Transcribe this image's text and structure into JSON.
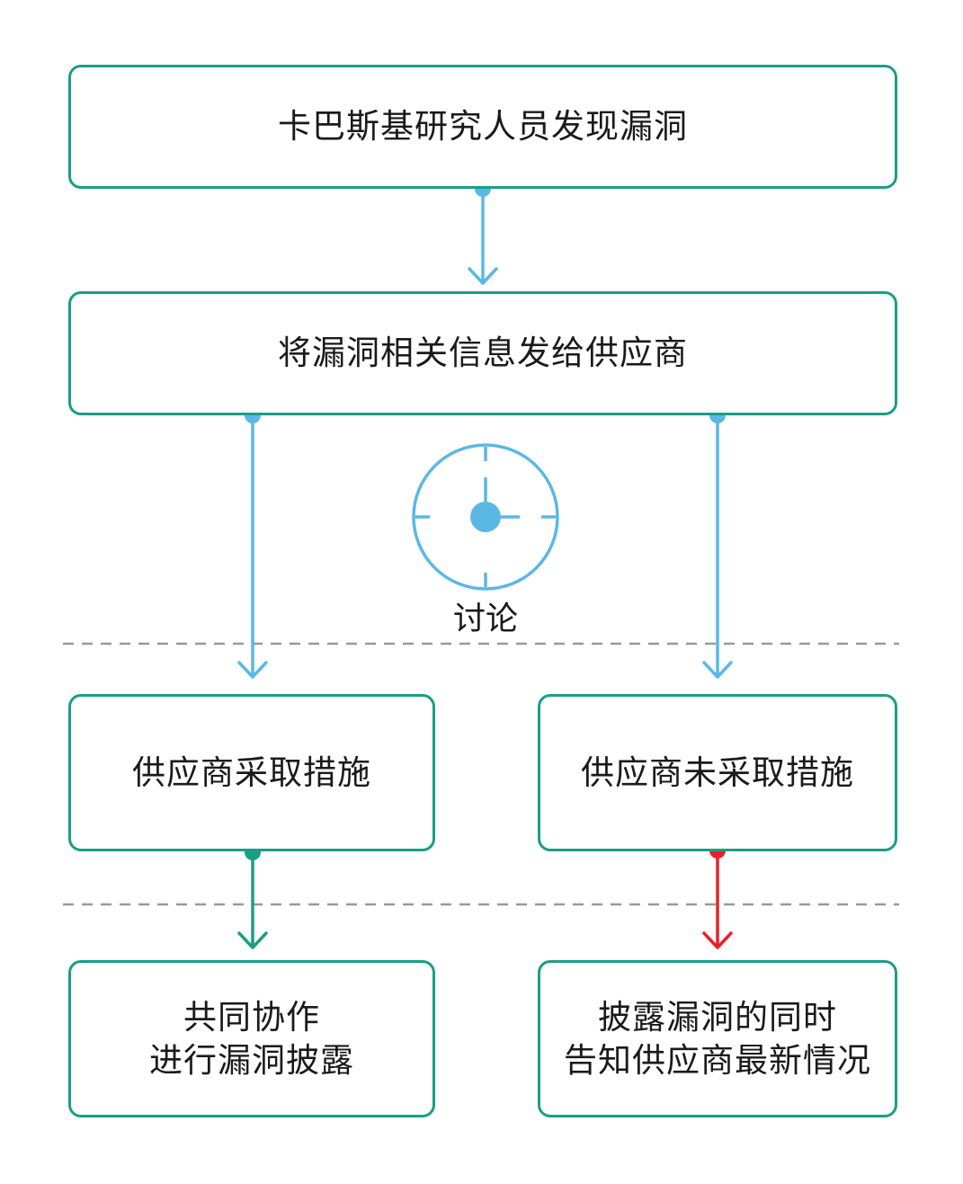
{
  "nodes": {
    "discover": "卡巴斯基研究人员发现漏洞",
    "send_to_vendor": "将漏洞相关信息发给供应商",
    "vendor_acted": "供应商采取措施",
    "vendor_not_acted": "供应商未采取措施",
    "coop_line1": "共同协作",
    "coop_line2": "进行漏洞披露",
    "disclose_line1": "披露漏洞的同时",
    "disclose_line2": "告知供应商最新情况"
  },
  "discussion": {
    "label": "讨论",
    "icon": "clock-icon"
  },
  "colors": {
    "box_border": "#1a9e84",
    "arrow_blue": "#5bb8e4",
    "arrow_green": "#1a9e84",
    "arrow_red": "#e8202a",
    "divider": "#999999"
  }
}
